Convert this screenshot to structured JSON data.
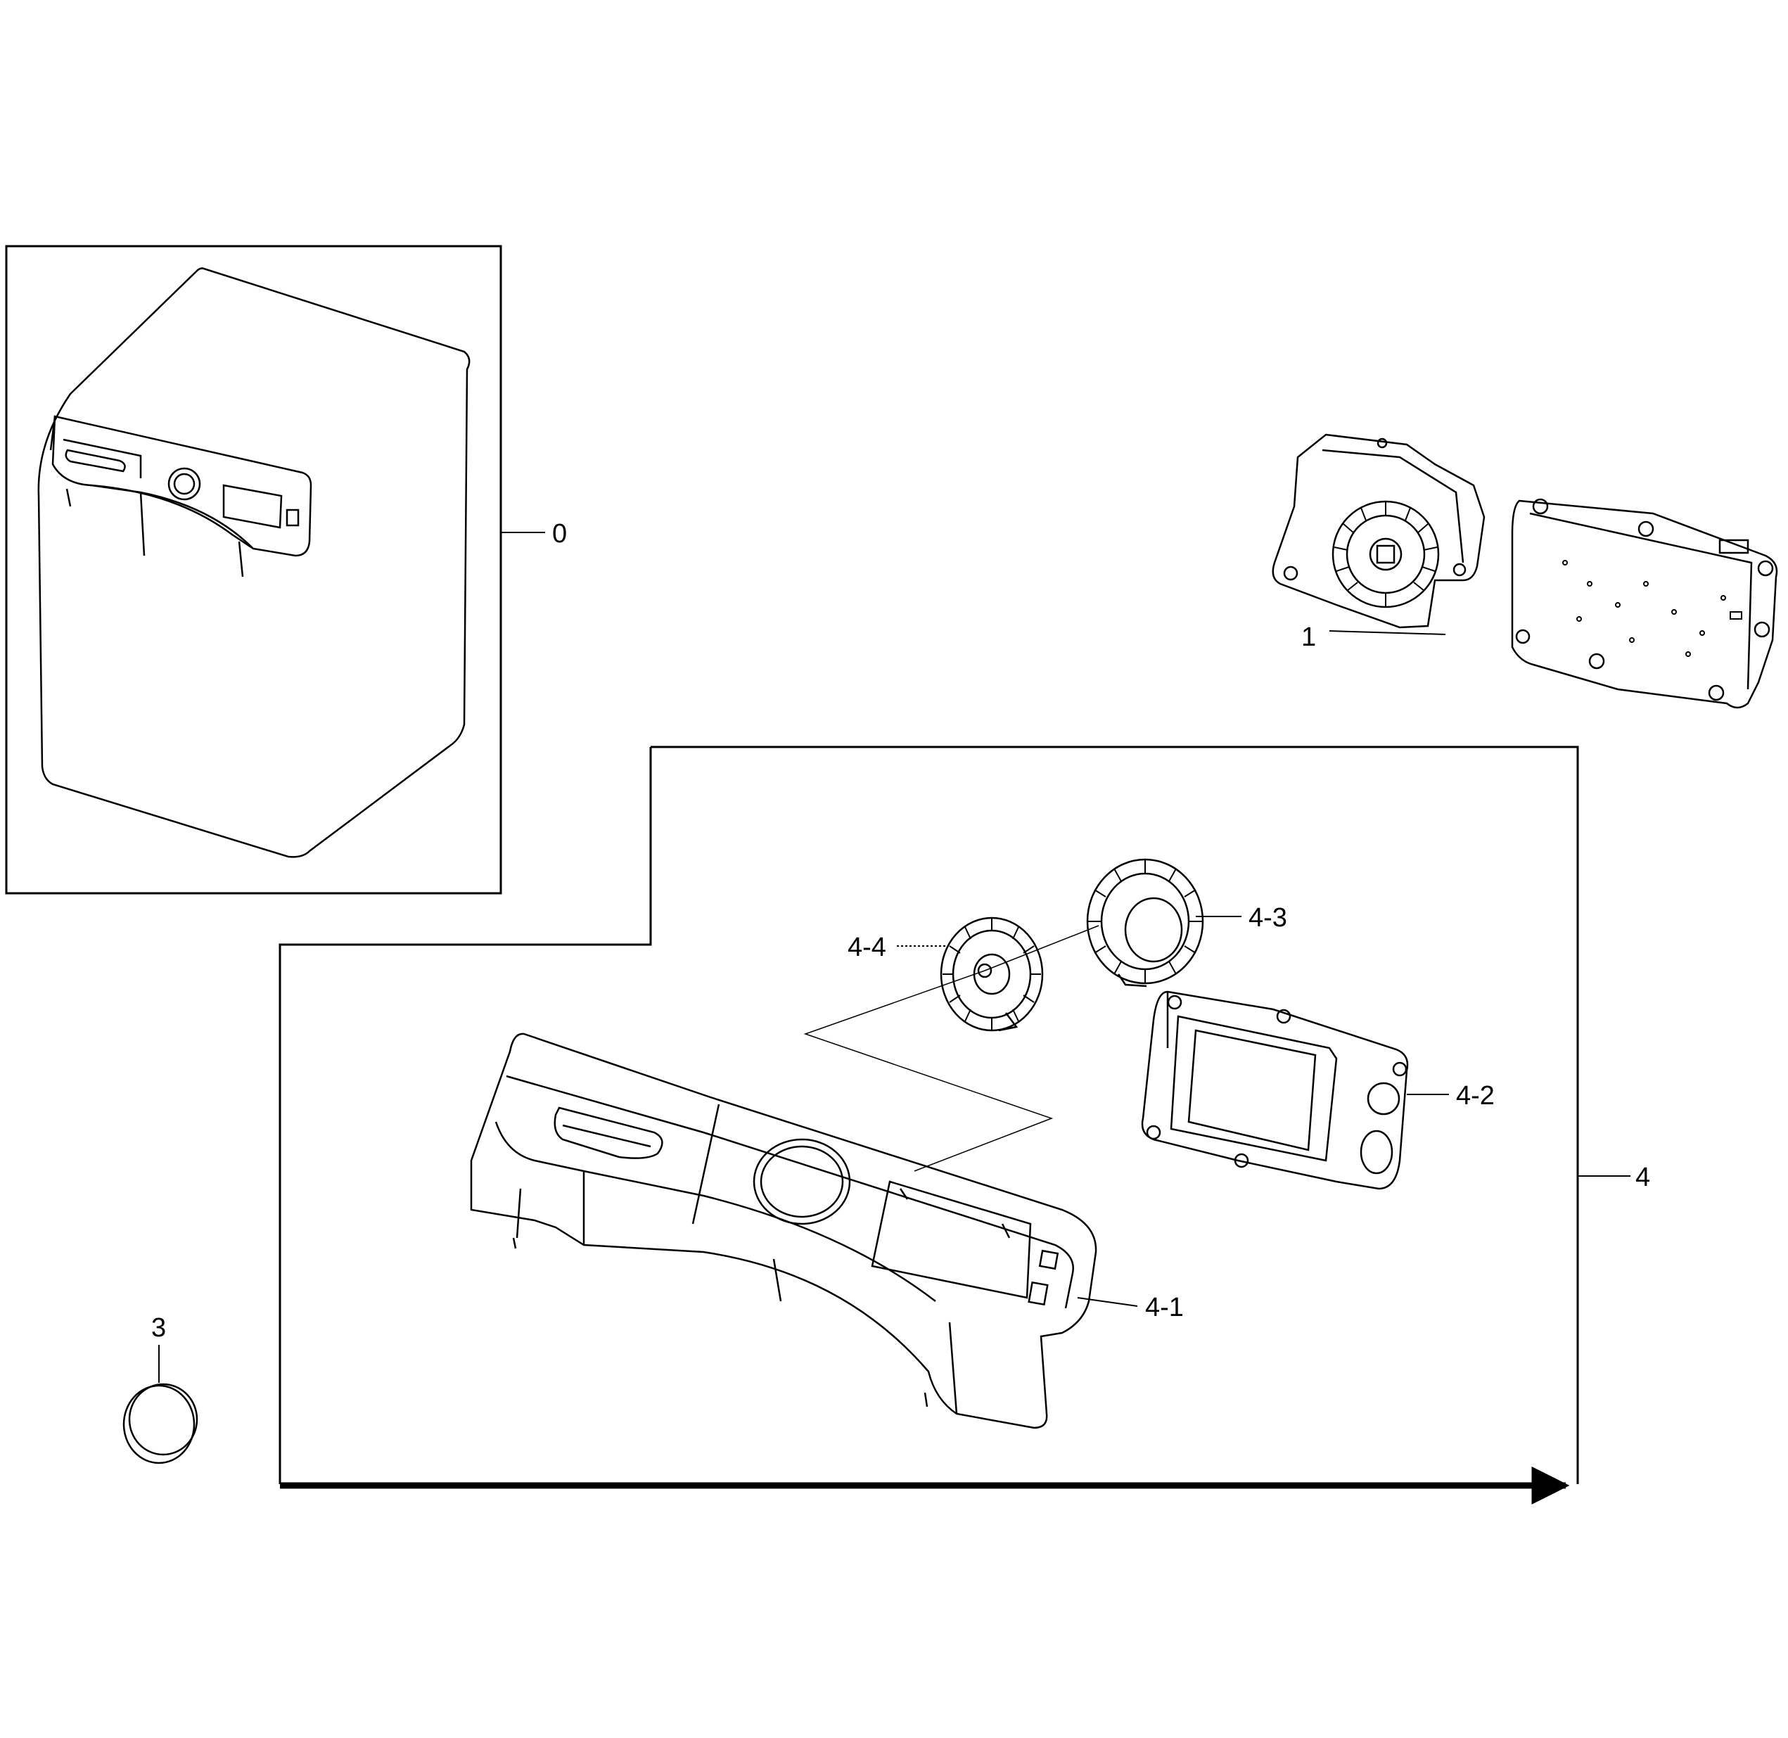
{
  "diagram": {
    "callouts": {
      "p0": "0",
      "p1": "1",
      "p3": "3",
      "p4": "4",
      "p4_1": "4-1",
      "p4_2": "4-2",
      "p4_3": "4-3",
      "p4_4": "4-4"
    },
    "colors": {
      "line": "#000000",
      "background": "#ffffff"
    }
  }
}
